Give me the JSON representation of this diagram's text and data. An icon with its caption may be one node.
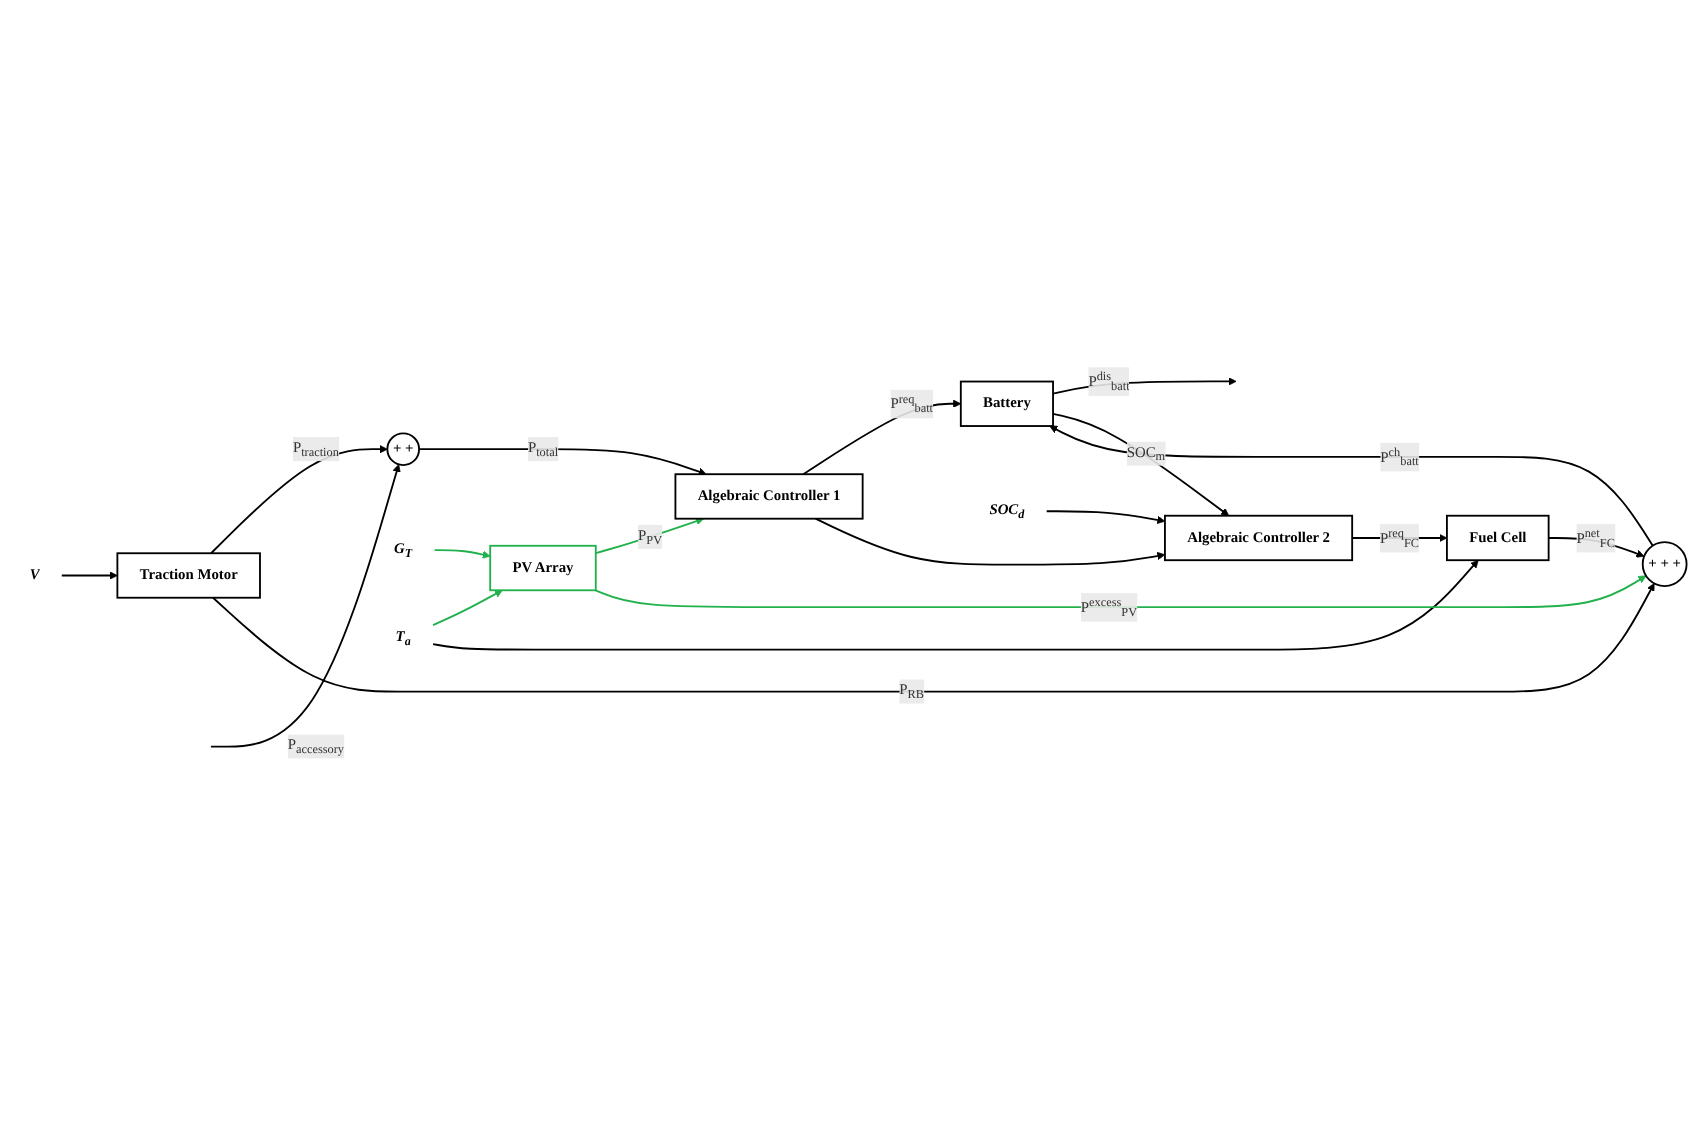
{
  "diagram": {
    "nodes": [
      {
        "text": [
          "V"
        ]
      },
      {
        "text": [
          "Traction Motor"
        ]
      },
      {
        "text": [
          "+",
          "+"
        ]
      },
      {
        "text": [
          "G$_{T}$"
        ]
      },
      {
        "text": [
          "T$_{a}$"
        ]
      },
      {
        "text": [
          "PV Array"
        ]
      },
      {
        "text": [
          "Algebraic Controller 1"
        ]
      },
      {
        "text": [
          "Battery"
        ]
      },
      {
        "text": [
          "SOC$_{d}$"
        ]
      },
      {
        "text": [
          "Algebraic Controller 2"
        ]
      },
      {
        "text": [
          "Fuel Cell"
        ]
      },
      {
        "text": [
          "+",
          "+",
          "+"
        ]
      }
    ],
    "edges": [
      {
        "from": 0,
        "to": 1,
        "arrow": "to"
      },
      {
        "from": 1,
        "to": 2,
        "arrow": "to",
        "label": "P$_{traction}$"
      },
      {
        "from": 1,
        "to": 11,
        "arrow": "to",
        "label": "P$_{RB}$"
      },
      {
        "from": null,
        "to": 2,
        "arrow": "to",
        "label": "P$_{accessory}$"
      },
      {
        "from": 2,
        "to": 6,
        "arrow": "to",
        "label": "P$_{total}$"
      },
      {
        "from": 3,
        "to": 5,
        "arrow": "to",
        "color": "#22b14c"
      },
      {
        "from": 4,
        "to": 5,
        "arrow": "to",
        "color": "#22b14c"
      },
      {
        "from": 4,
        "to": 10,
        "arrow": "to"
      },
      {
        "from": 5,
        "to": 6,
        "arrow": "to",
        "label": "P$_{PV}$",
        "color": "#22b14c"
      },
      {
        "from": 5,
        "to": 11,
        "arrow": "to",
        "label": "P$^{excess}$$_{PV}$",
        "color": "#22b14c"
      },
      {
        "from": 6,
        "to": 7,
        "arrow": "to",
        "label": "P$^{req}$$_{batt}$"
      },
      {
        "from": 6,
        "to": 9,
        "arrow": "to"
      },
      {
        "from": 8,
        "to": 9,
        "arrow": "to"
      },
      {
        "from": 9,
        "to": 10,
        "arrow": "to",
        "label": "P$^{req}$$_{FC}$"
      },
      {
        "from": 10,
        "to": 11,
        "arrow": "to",
        "label": "P$^{net}$$_{FC}$"
      },
      {
        "from": 11,
        "to": 7,
        "arrow": "to",
        "label": "P$^{ch}$$_{batt}$"
      },
      {
        "from": 7,
        "to": null,
        "arrow": "to",
        "label": "P$^{dis}$$_{batt}$"
      },
      {
        "from": 7,
        "to": 9,
        "arrow": "to",
        "label": "SOC$_{m}$"
      }
    ]
  }
}
